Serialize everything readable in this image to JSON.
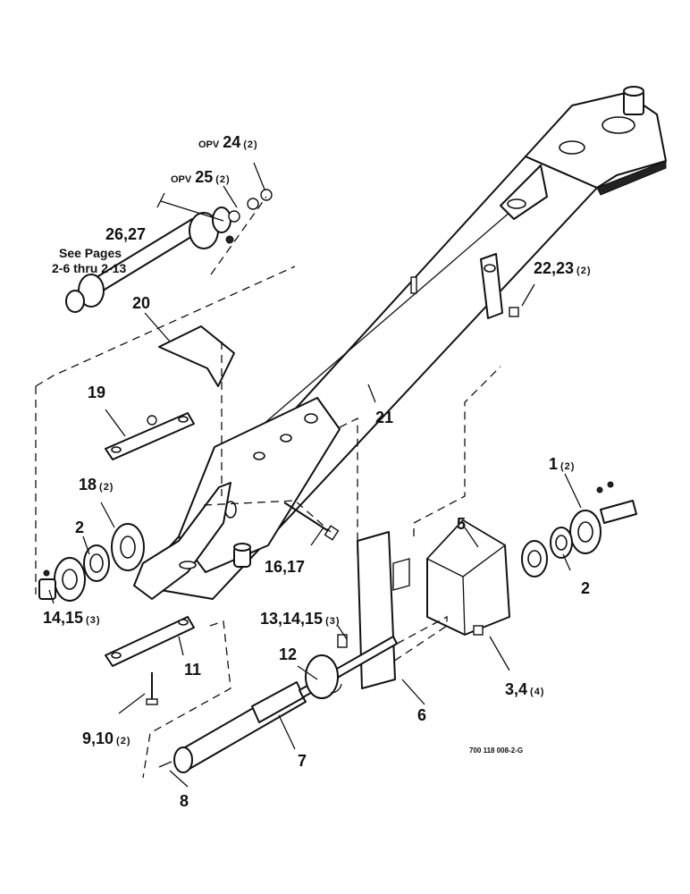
{
  "labels": {
    "l1": {
      "text": "1",
      "qty": "(2)"
    },
    "l2a": {
      "text": "2"
    },
    "l2b": {
      "text": "2"
    },
    "l3_4": {
      "text": "3,4",
      "qty": "(4)"
    },
    "l5": {
      "text": "5"
    },
    "l6": {
      "text": "6"
    },
    "l7": {
      "text": "7"
    },
    "l8": {
      "text": "8"
    },
    "l9_10": {
      "text": "9,10",
      "qty": "(2)"
    },
    "l11": {
      "text": "11"
    },
    "l12": {
      "text": "12"
    },
    "l13_14_15": {
      "text": "13,14,15",
      "qty": "(3)"
    },
    "l14_15": {
      "text": "14,15",
      "qty": "(3)"
    },
    "l16_17": {
      "text": "16,17"
    },
    "l18": {
      "text": "18",
      "qty": "(2)"
    },
    "l19": {
      "text": "19"
    },
    "l20": {
      "text": "20"
    },
    "l21": {
      "text": "21"
    },
    "l22_23": {
      "text": "22,23",
      "qty": "(2)"
    },
    "l24": {
      "prefix": "OPV",
      "text": "24",
      "qty": "(2)"
    },
    "l25": {
      "prefix": "OPV",
      "text": "25",
      "qty": "(2)"
    },
    "l26_27": {
      "text": "26,27"
    }
  },
  "note": {
    "line1": "See Pages",
    "line2": "2-6 thru 2-13"
  },
  "drawing_number": "700 118 008-2-G"
}
